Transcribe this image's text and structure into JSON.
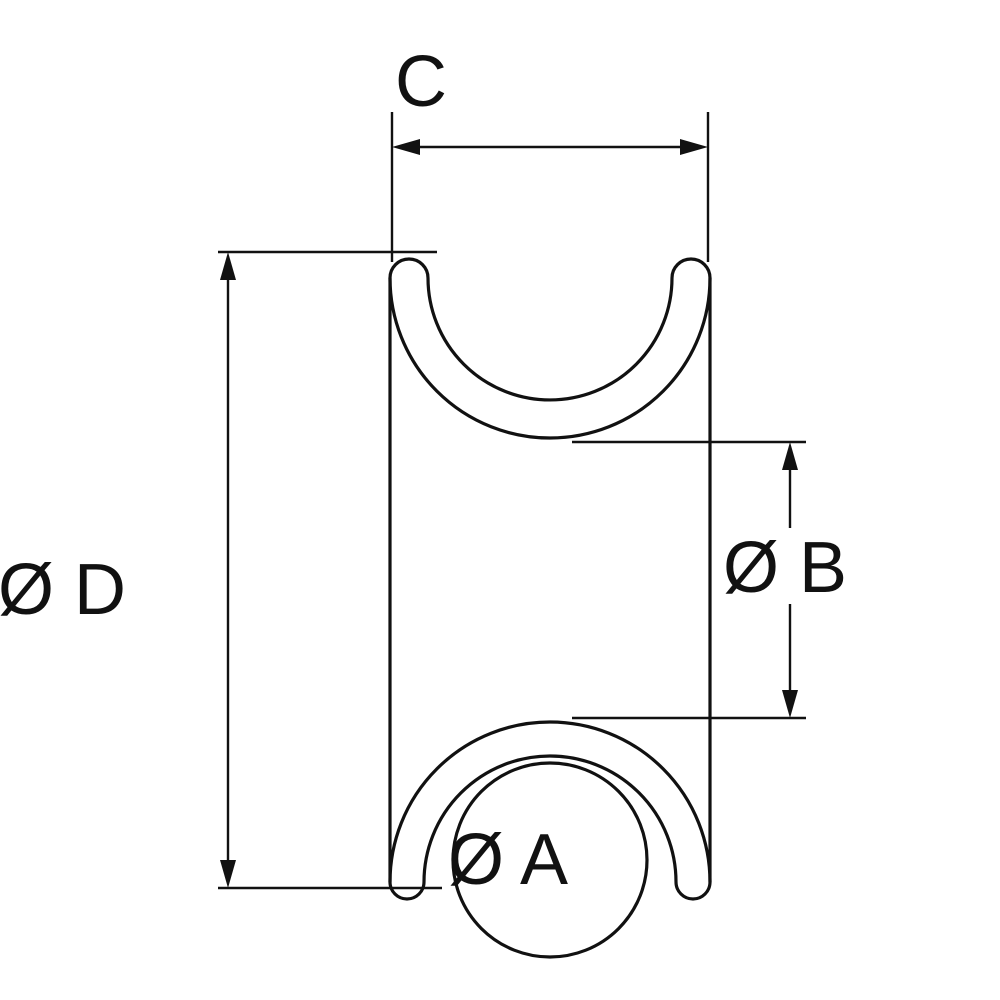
{
  "meta": {
    "background_color": "#ffffff",
    "line_color": "#111111"
  },
  "dimensions": {
    "top_width": {
      "label": "C"
    },
    "overall_height": {
      "label": "Ø D"
    },
    "groove_inner_height": {
      "label": "Ø B"
    },
    "bore": {
      "label": "Ø A"
    }
  }
}
